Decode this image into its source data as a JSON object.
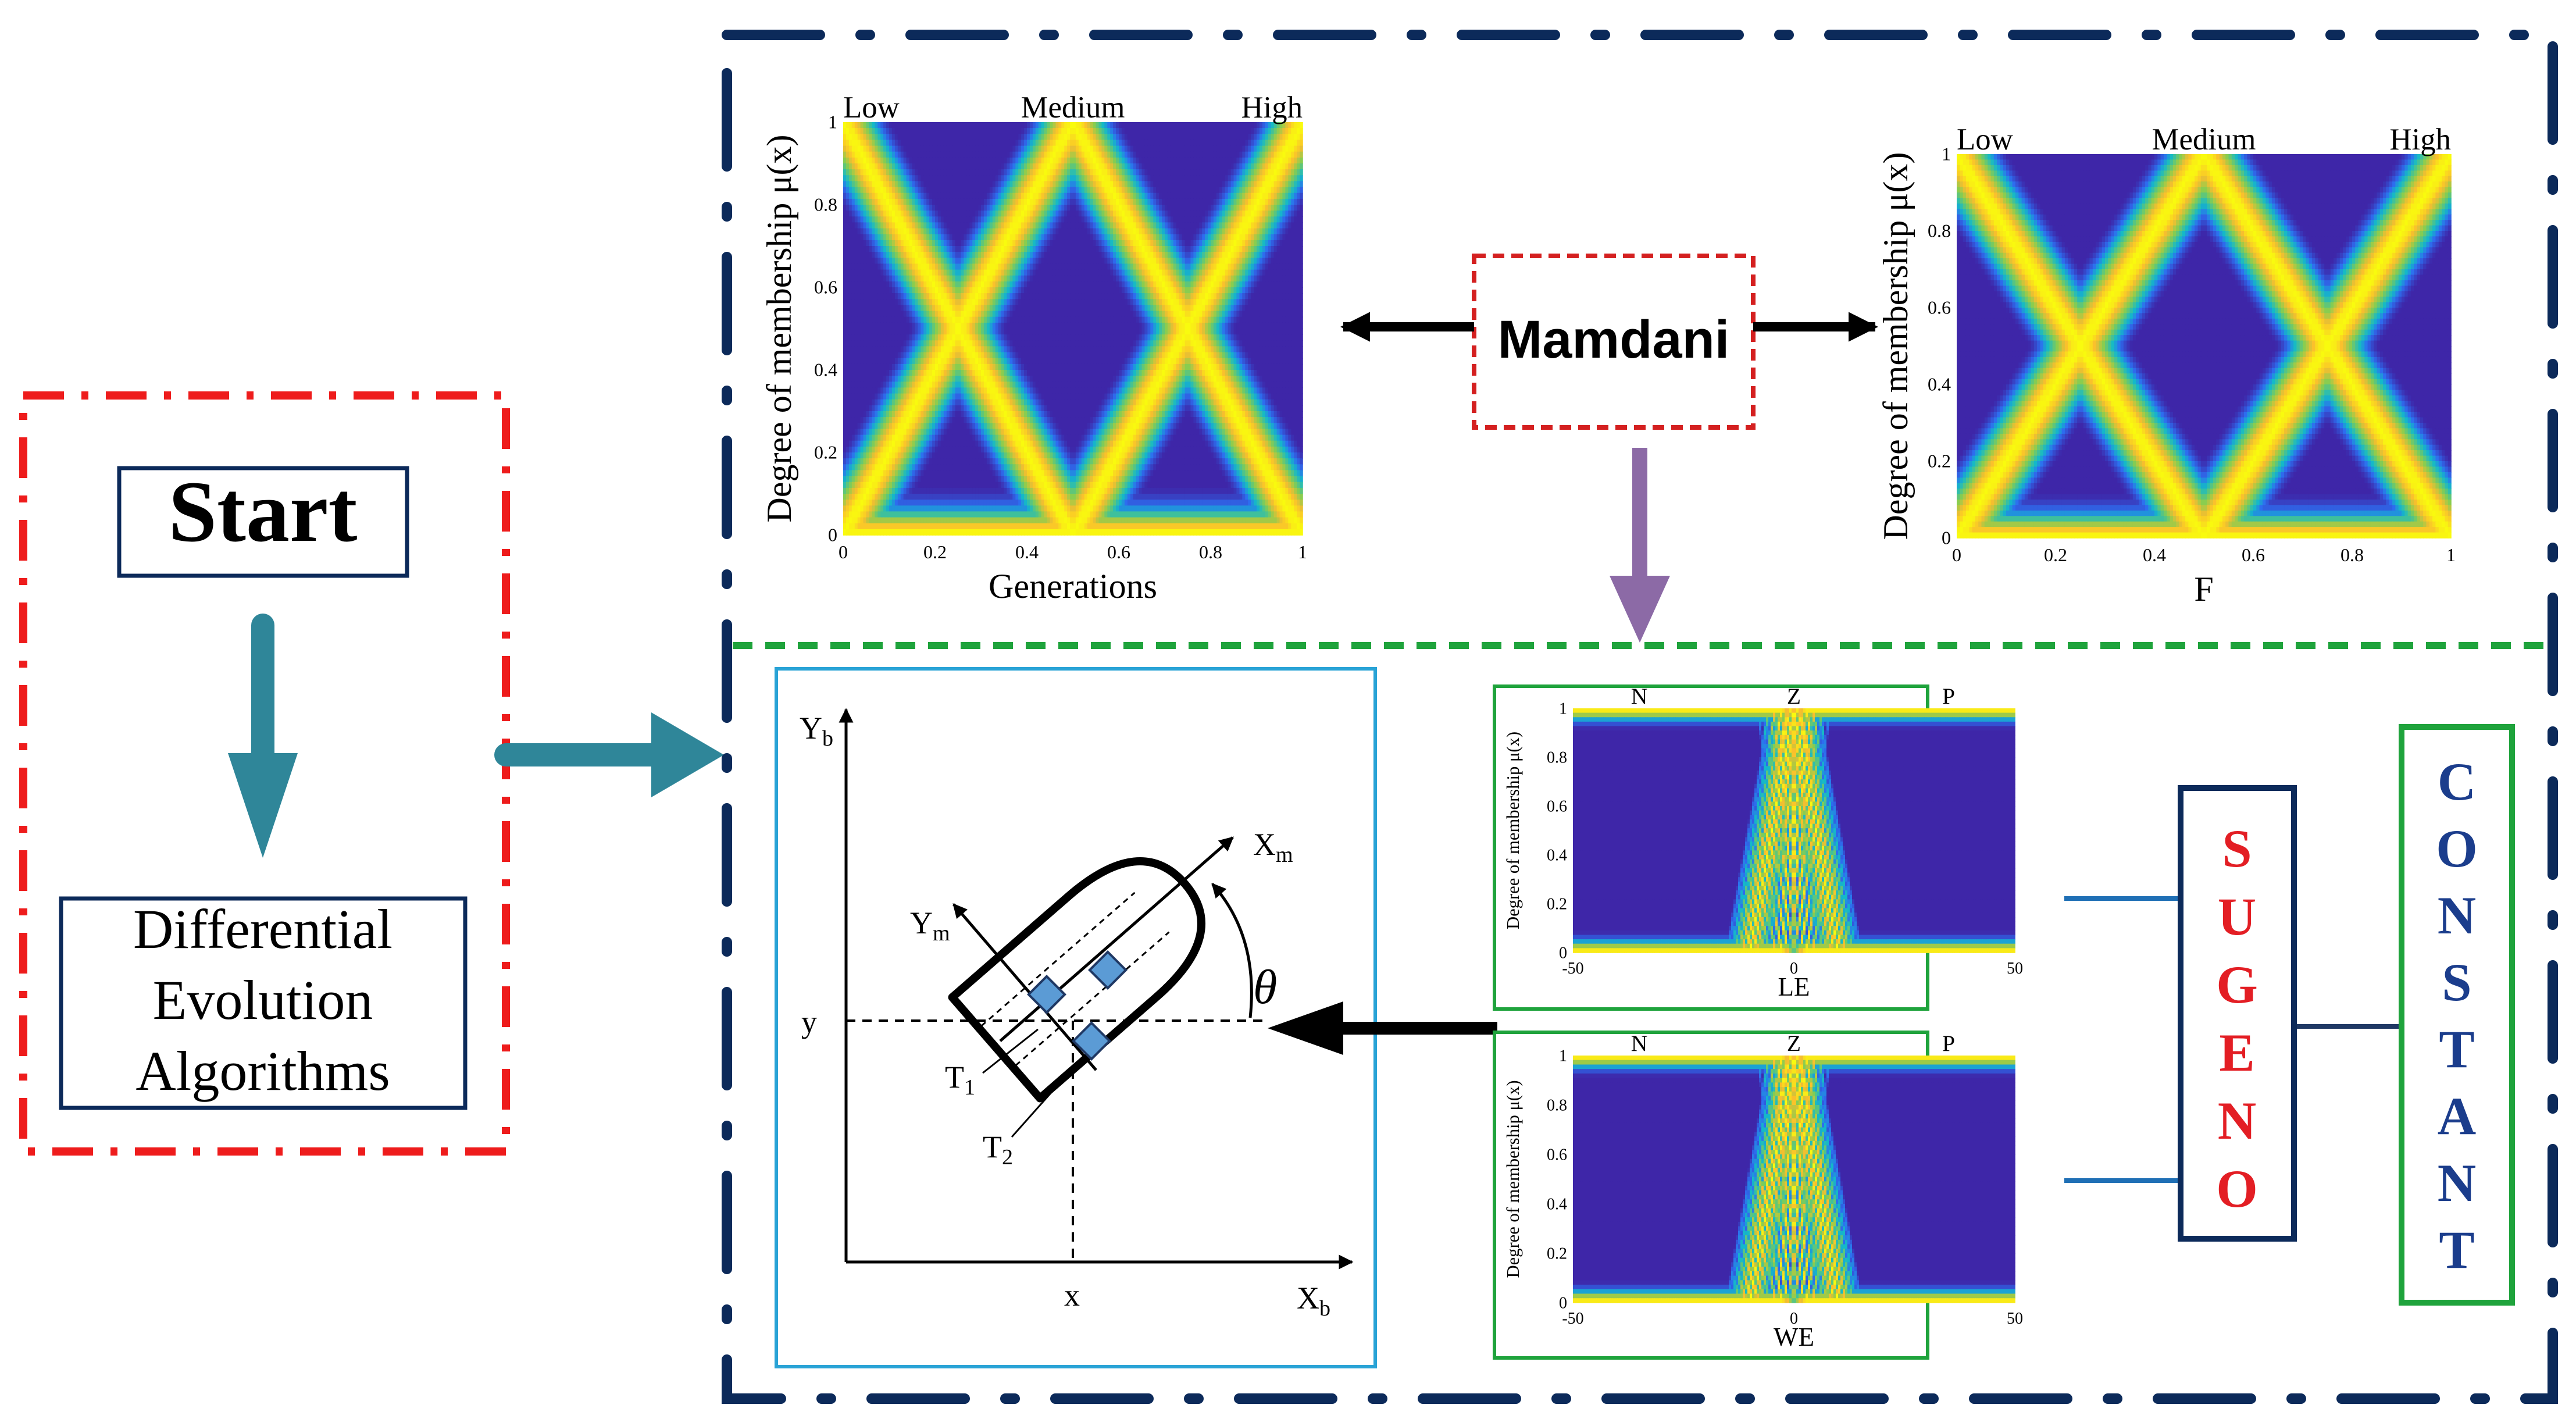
{
  "start": {
    "label": "Start"
  },
  "de_box": {
    "lines": [
      "Differential",
      "Evolution",
      "Algorithms"
    ]
  },
  "mamdani": {
    "label": "Mamdani"
  },
  "sugeno": {
    "letters": [
      "S",
      "U",
      "G",
      "E",
      "N",
      "O"
    ]
  },
  "constant": {
    "letters": [
      "C",
      "O",
      "N",
      "S",
      "T",
      "A",
      "N",
      "T"
    ]
  },
  "colors": {
    "red_dashed": "#ee1c1c",
    "navy": "#0c2a5a",
    "teal_arrow": "#2f8699",
    "green_dashed": "#1fa33c",
    "purple_arrow": "#8c6aa6",
    "sugeno_text": "#e31e24",
    "constant_text": "#1b3d8c",
    "mf_low": "#3f2c9c",
    "mf_high": "#ffe61a"
  },
  "chart_data": [
    {
      "type": "heatmap",
      "description_labels": [
        "Low",
        "Medium",
        "High"
      ],
      "xlabel": "Generations",
      "ylabel": "Degree of membership μ(x)",
      "xticks": [
        "0",
        "0.2",
        "0.4",
        "0.6",
        "0.8",
        "1"
      ],
      "yticks": [
        "0",
        "0.2",
        "0.4",
        "0.6",
        "0.8",
        "1"
      ],
      "xlim": [
        0,
        1
      ],
      "ylim": [
        0,
        1
      ],
      "membership_functions": [
        {
          "name": "Low",
          "shape": "triangular",
          "points": [
            -0.5,
            0,
            0.5
          ]
        },
        {
          "name": "Medium",
          "shape": "triangular",
          "points": [
            0,
            0.5,
            1
          ]
        },
        {
          "name": "High",
          "shape": "triangular",
          "points": [
            0.5,
            1,
            1.5
          ]
        }
      ]
    },
    {
      "type": "heatmap",
      "description_labels": [
        "Low",
        "Medium",
        "High"
      ],
      "xlabel": "F",
      "ylabel": "Degree of membership μ(x)",
      "xticks": [
        "0",
        "0.2",
        "0.4",
        "0.6",
        "0.8",
        "1"
      ],
      "yticks": [
        "0",
        "0.2",
        "0.4",
        "0.6",
        "0.8",
        "1"
      ],
      "xlim": [
        0,
        1
      ],
      "ylim": [
        0,
        1
      ],
      "membership_functions": [
        {
          "name": "Low",
          "shape": "triangular",
          "points": [
            -0.5,
            0,
            0.5
          ]
        },
        {
          "name": "Medium",
          "shape": "triangular",
          "points": [
            0,
            0.5,
            1
          ]
        },
        {
          "name": "High",
          "shape": "triangular",
          "points": [
            0.5,
            1,
            1.5
          ]
        }
      ]
    },
    {
      "type": "heatmap",
      "description_labels": [
        "N",
        "Z",
        "P"
      ],
      "xlabel": "LE",
      "ylabel": "Degree of membership μ(x)",
      "xticks": [
        "-50",
        "0",
        "50"
      ],
      "yticks": [
        "0",
        "0.2",
        "0.4",
        "0.6",
        "0.8",
        "1"
      ],
      "xlim": [
        -50,
        50
      ],
      "ylim": [
        0,
        1
      ],
      "membership_functions": [
        {
          "name": "N",
          "shape": "trapezoidal",
          "points": [
            -50,
            -50,
            -3,
            3
          ]
        },
        {
          "name": "Z",
          "shape": "triangular",
          "points": [
            -10,
            0,
            10
          ]
        },
        {
          "name": "P",
          "shape": "trapezoidal",
          "points": [
            -3,
            3,
            50,
            50
          ]
        }
      ]
    },
    {
      "type": "heatmap",
      "description_labels": [
        "N",
        "Z",
        "P"
      ],
      "xlabel": "WE",
      "ylabel": "Degree of membership μ(x)",
      "xticks": [
        "-50",
        "0",
        "50"
      ],
      "yticks": [
        "0",
        "0.2",
        "0.4",
        "0.6",
        "0.8",
        "1"
      ],
      "xlim": [
        -50,
        50
      ],
      "ylim": [
        0,
        1
      ],
      "membership_functions": [
        {
          "name": "N",
          "shape": "trapezoidal",
          "points": [
            -50,
            -50,
            -3,
            3
          ]
        },
        {
          "name": "Z",
          "shape": "triangular",
          "points": [
            -10,
            0,
            10
          ]
        },
        {
          "name": "P",
          "shape": "trapezoidal",
          "points": [
            -3,
            3,
            50,
            50
          ]
        }
      ]
    }
  ],
  "vehicle_diagram": {
    "axis_x": "X",
    "axis_x_sub": "b",
    "axis_y": "Y",
    "axis_y_sub": "b",
    "body_x": "X",
    "body_x_sub": "m",
    "body_y": "Y",
    "body_y_sub": "m",
    "pos_x": "x",
    "pos_y": "y",
    "theta": "θ",
    "thruster1": "T",
    "thruster1_sub": "1",
    "thruster2": "T",
    "thruster2_sub": "2"
  }
}
